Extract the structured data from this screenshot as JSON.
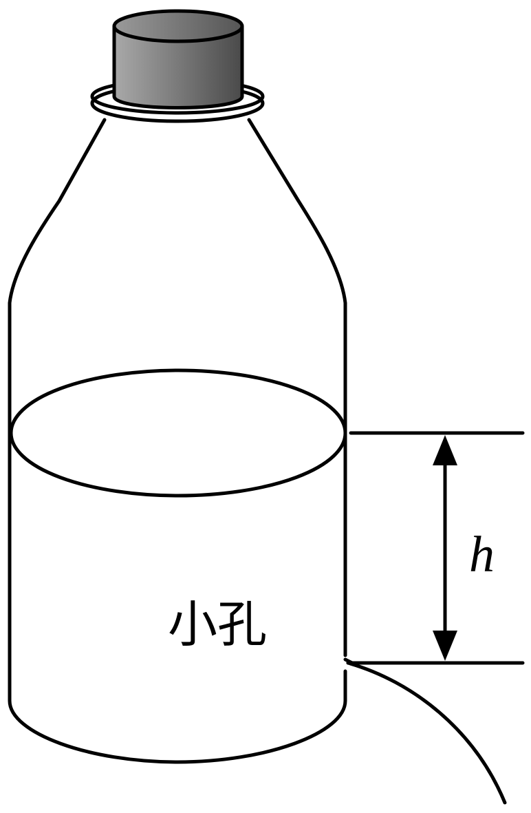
{
  "labels": {
    "hole": "小孔",
    "height": "h"
  },
  "colors": {
    "stroke": "#000000",
    "background": "#ffffff",
    "cap_dark": "#4a4a4a",
    "cap_light": "#a9a9a9"
  },
  "icons": {
    "height_arrow": "double-headed-arrow"
  }
}
